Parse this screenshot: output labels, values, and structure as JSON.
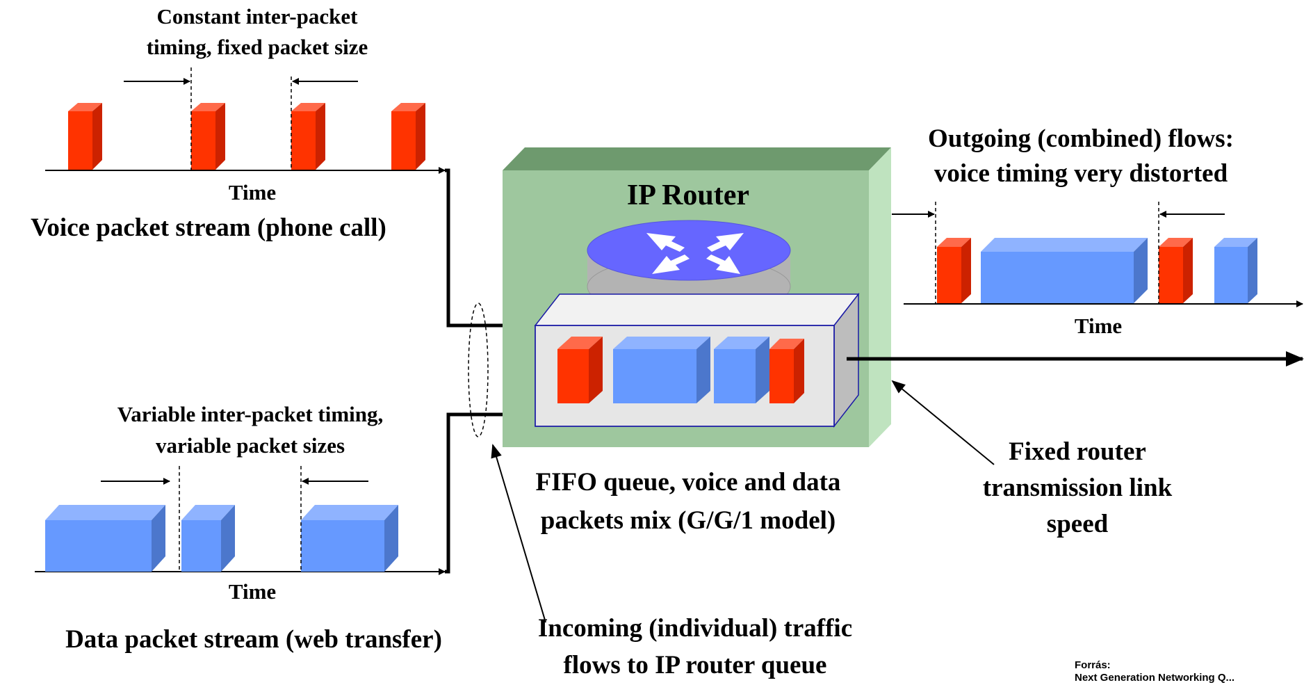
{
  "voice": {
    "caption_line1": "Constant inter-packet",
    "caption_line2": "timing, fixed packet size",
    "time_label": "Time",
    "title": "Voice packet stream (phone call)"
  },
  "data": {
    "caption_line1": "Variable inter-packet timing,",
    "caption_line2": "variable packet sizes",
    "time_label": "Time",
    "title": "Data packet stream (web transfer)"
  },
  "router": {
    "title": "IP Router",
    "queue_caption_line1": "FIFO queue, voice and data",
    "queue_caption_line2": "packets mix (G/G/1 model)"
  },
  "outgoing": {
    "caption_line1": "Outgoing (combined) flows:",
    "caption_line2": "voice timing very distorted",
    "time_label": "Time"
  },
  "link": {
    "line1": "Fixed router",
    "line2": "transmission link",
    "line3": "speed"
  },
  "incoming": {
    "line1": "Incoming (individual) traffic",
    "line2": "flows to IP router queue"
  },
  "source": {
    "label": "Forrás:",
    "text": "Next Generation Networking Q..."
  },
  "colors": {
    "voice_packet": "#ff3300",
    "data_packet": "#6699ff",
    "router_box": "#9ec79e",
    "router_disc": "#6666ff",
    "queue_box": "#e6e6e6"
  },
  "icons": {
    "router": "router-icon",
    "arrow": "arrow-icon"
  }
}
